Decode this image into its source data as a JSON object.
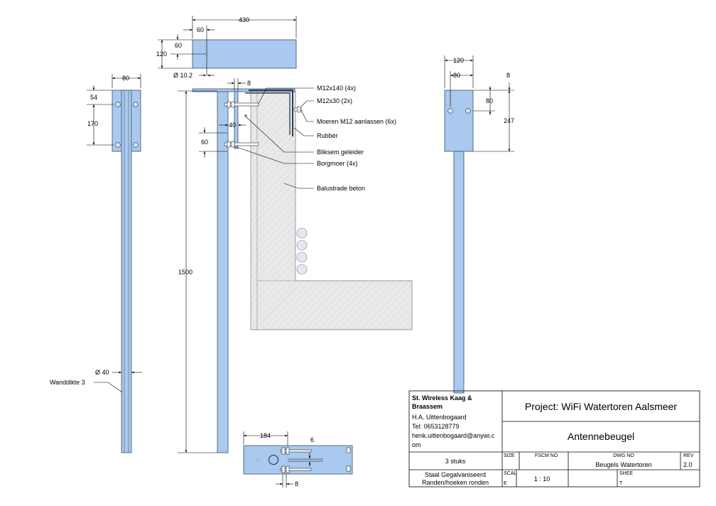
{
  "views": {
    "left": {
      "width": "80",
      "top": "54",
      "spacing": "170",
      "tube_dia": "Ø 40",
      "wall": "Wanddikte 3"
    },
    "top": {
      "length": "430",
      "edge_x": "60",
      "edge_y": "60",
      "height": "120",
      "hole_dia": "Ø 10.2"
    },
    "middle": {
      "height": "1500",
      "offset": "8",
      "gap": "40",
      "spacing": "60"
    },
    "bottom": {
      "length": "184",
      "thickness": "6",
      "offset": "8"
    },
    "right": {
      "width_top": "120",
      "width": "80",
      "top": "8",
      "spacing": "80",
      "height": "247"
    }
  },
  "labels": {
    "m12x140": "M12x140 (4x)",
    "m12x30": "M12x30 (2x)",
    "moeren": "Moeren M12 aanlassen (6x)",
    "rubber": "Rubber",
    "bliksem": "Bliksem geleider",
    "borgmoer": "Borgmoer (4x)",
    "balustrade": "Balustrade beton"
  },
  "title_block": {
    "company_line1": "St. Wireless Kaag &",
    "company_line2": "Braassem",
    "person": "H.A. Uittenbogaard",
    "phone": "Tel: 0653128779",
    "email_line1": "henk.uittenbogaard@anywi.c",
    "email_line2": "om",
    "project": "Project: WiFi Watertoren Aalsmeer",
    "part": "Antennebeugel",
    "quantity": "3 stuks",
    "material_line1": "Staal Gegalvaniseerd",
    "material_line2": "Randen/hoeken ronden",
    "size_label": "SIZE",
    "fscm_label": "FSCM NO",
    "dwg_label": "DWG NO",
    "dwg_value": "Beugels Watertoren",
    "rev_label": "REV",
    "rev_value": "2.0",
    "scale_label_1": "SCAL",
    "scale_label_2": "E",
    "scale_value": "1 : 10",
    "sheet_label_1": "SHEE",
    "sheet_label_2": "T"
  },
  "colors": {
    "steel": "#a9c9ee",
    "steel_edge": "#3c4f66",
    "concrete": "#e6e6e6"
  }
}
